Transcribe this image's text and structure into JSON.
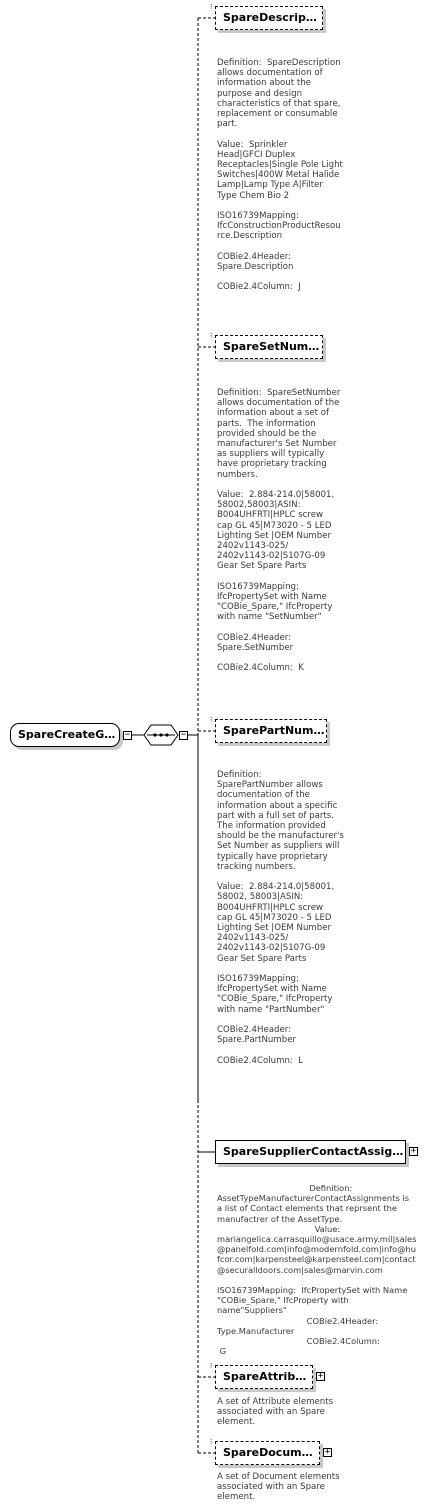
{
  "root": {
    "label": "SpareCreateGroup"
  },
  "sequence": {
    "icon": "sequence-compositor-icon"
  },
  "elements": [
    {
      "label": "SpareDescription",
      "occurrence": "0..1",
      "doc": "Definition:  SpareDescription\nallows documentation of\ninformation about the\npurpose and design\ncharacteristics of that spare,\nreplacement or consumable\npart.\n\nValue:  Sprinkler\nHead|GFCI Duplex\nReceptacles|Single Pole Light\nSwitches|400W Metal Halide\nLamp|Lamp Type A|Filter\nType Chem Bio 2\n\nISO16739Mapping:\nIfcConstructionProductResou\nrce.Description\n\nCOBie2.4Header:\nSpare.Description\n\nCOBie2.4Column:  J"
    },
    {
      "label": "SpareSetNumber",
      "occurrence": "0..1",
      "doc": "Definition:  SpareSetNumber\nallows documentation of the\ninformation about a set of\nparts.  The information\nprovided should be the\nmanufacturer's Set Number\nas suppliers will typically\nhave proprietary tracking\nnumbers.\n\nValue:  2.884-214.0|58001,\n58002,58003|ASIN:\nB004UHFRTI|HPLC screw\ncap GL 45|M73020 - 5 LED\nLighting Set |OEM Number\n2402v1143-025/\n2402v1143-02|S107G-09\nGear Set Spare Parts\n\nISO16739Mapping:\nIfcPropertySet with Name\n\"COBie_Spare,\" IfcProperty\nwith name \"SetNumber\"\n\nCOBie2.4Header:\nSpare.SetNumber\n\nCOBie2.4Column:  K"
    },
    {
      "label": "SparePartNumber",
      "occurrence": "0..1",
      "doc": "Definition:\nSparePartNumber allows\ndocumentation of the\ninformation about a specific\npart with a full set of parts.\nThe information provided\nshould be the manufacturer's\nSet Number as suppliers will\ntypically have proprietary\ntracking numbers.\n\nValue:  2.884-214.0|58001,\n58002, 58003|ASIN:\nB004UHFRTI|HPLC screw\ncap GL 45|M73020 - 5 LED\nLighting Set |OEM Number\n2402v1143-025/\n2402v1143-02|S107G-09\nGear Set Spare Parts\n\nISO16739Mapping:\nIfcPropertySet with Name\n\"COBie_Spare,\" IfcProperty\nwith name \"PartNumber\"\n\nCOBie2.4Header:\nSpare.PartNumber\n\nCOBie2.4Column:  L"
    },
    {
      "label": "SpareSupplierContactAssignm...",
      "occurrence": "",
      "doc": "                                   Definition:\nAssetTypeManufacturerContactAssignments is\na list of Contact elements that reprsent the\nmanufactrer of the AssetType.\n                                     Value:\nmariangelica.carrasquillo@usace.army.mil|sales\n@panelfold.com|info@modernfold.com|info@hu\nfcor.com|karpensteel@karpensteel.com|contact\n@securalldoors.com|sales@marvin.com\n\nISO16739Mapping:  IfcPropertySet with Name\n\"COBie_Spare,\" IfcProperty with\nname\"Suppliers\"\n                                  COBie2.4Header:\nType.Manufacturer\n                                  COBie2.4Column:\n G"
    },
    {
      "label": "SpareAttributes",
      "occurrence": "0..1",
      "doc": "A set of Attribute elements\nassociated with an Spare\nelement."
    },
    {
      "label": "SpareDocuments",
      "occurrence": "0..1",
      "doc": "A set of Document elements\nassociated with an Spare\nelement."
    }
  ]
}
